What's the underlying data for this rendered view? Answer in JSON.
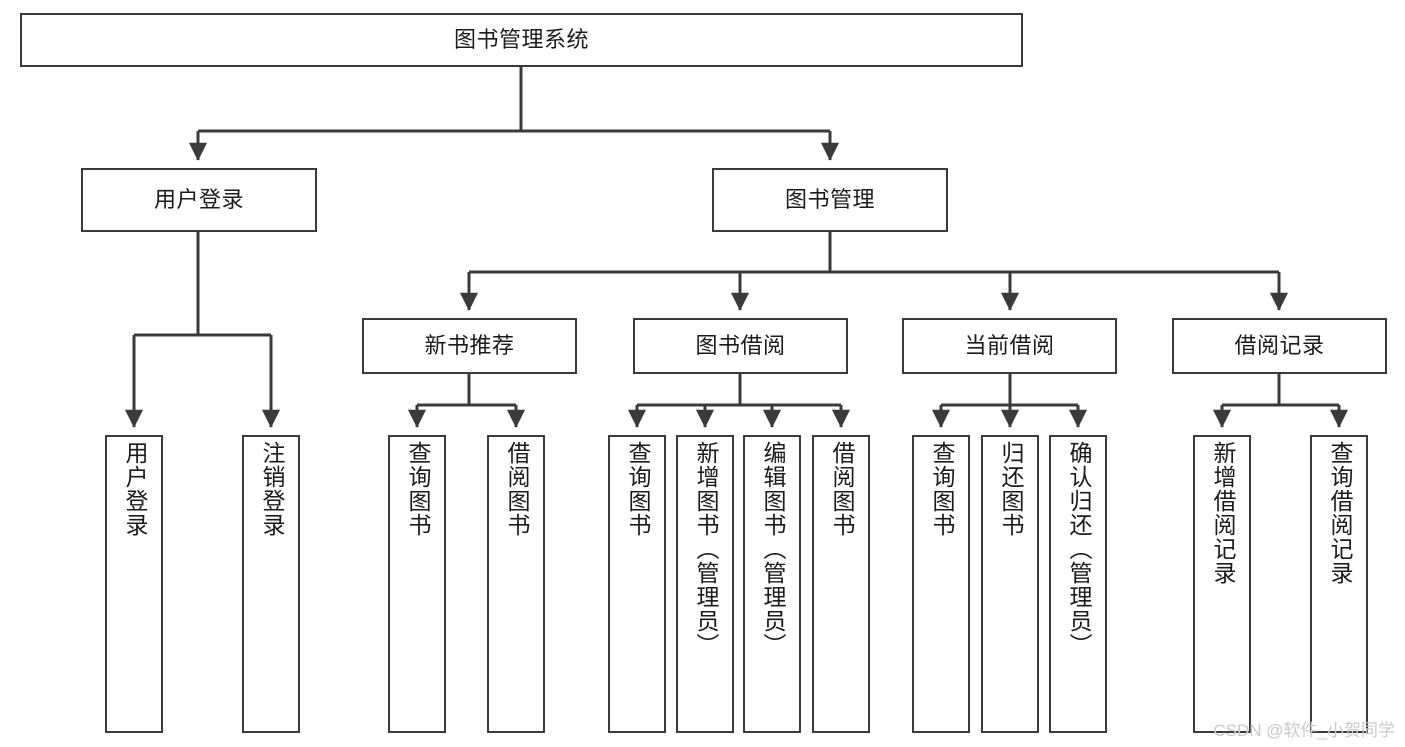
{
  "diagram": {
    "title": "图书管理系统",
    "type": "tree",
    "stroke_color": "#3a3a3a",
    "fill_color": "#ffffff",
    "text_color": "#1b1b1b"
  },
  "nodes": {
    "root": {
      "label": "图书管理系统"
    },
    "level2": [
      {
        "label": "用户登录"
      },
      {
        "label": "图书管理"
      }
    ],
    "level3": [
      {
        "label": "新书推荐"
      },
      {
        "label": "图书借阅"
      },
      {
        "label": "当前借阅"
      },
      {
        "label": "借阅记录"
      }
    ],
    "leaves": {
      "user_login": [
        {
          "label": "用户登录"
        },
        {
          "label": "注销登录"
        }
      ],
      "new_book_recommend": [
        {
          "label": "查询图书"
        },
        {
          "label": "借阅图书"
        }
      ],
      "book_borrow": [
        {
          "label": "查询图书"
        },
        {
          "label": "新增图书（管理员）"
        },
        {
          "label": "编辑图书（管理员）"
        },
        {
          "label": "借阅图书"
        }
      ],
      "current_borrow": [
        {
          "label": "查询图书"
        },
        {
          "label": "归还图书"
        },
        {
          "label": "确认归还（管理员）"
        }
      ],
      "borrow_record": [
        {
          "label": "新增借阅记录"
        },
        {
          "label": "查询借阅记录"
        }
      ]
    }
  },
  "watermark": {
    "text": "CSDN @软件_小贺同学",
    "color": "#c9c9c9"
  }
}
